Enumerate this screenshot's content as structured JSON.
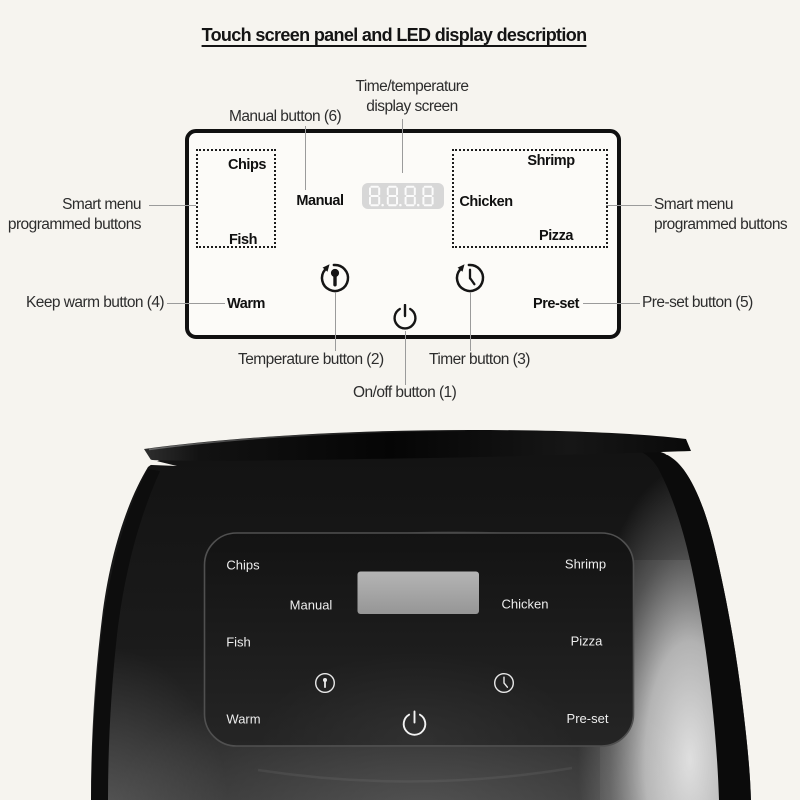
{
  "title": "Touch screen panel and LED display description",
  "colors": {
    "background": "#f6f4ef",
    "panel_fill": "#fcfbf8",
    "panel_border": "#101010",
    "label_text": "#2d2d2d",
    "leader_line": "#9b9b9b",
    "led_background": "#d7d7d7",
    "led_segment": "#ffffff",
    "device_body": "#1a1a1a",
    "device_text": "#ededed"
  },
  "diagram": {
    "panel": {
      "chips": "Chips",
      "fish": "Fish",
      "manual": "Manual",
      "shrimp": "Shrimp",
      "chicken": "Chicken",
      "pizza": "Pizza",
      "warm": "Warm",
      "preset": "Pre-set"
    },
    "led_value": "8888",
    "labels": {
      "manual": "Manual button (6)",
      "display_line1": "Time/temperature",
      "display_line2": "display screen",
      "smart_left_line1": "Smart menu",
      "smart_left_line2": "programmed buttons",
      "smart_right_line1": "Smart menu",
      "smart_right_line2": "programmed buttons",
      "keep_warm": "Keep warm button (4)",
      "preset": "Pre-set button (5)",
      "temperature": "Temperature button (2)",
      "timer": "Timer button (3)",
      "onoff": "On/off button (1)"
    }
  },
  "device": {
    "panel": {
      "chips": "Chips",
      "fish": "Fish",
      "manual": "Manual",
      "shrimp": "Shrimp",
      "chicken": "Chicken",
      "pizza": "Pizza",
      "warm": "Warm",
      "preset": "Pre-set"
    }
  }
}
